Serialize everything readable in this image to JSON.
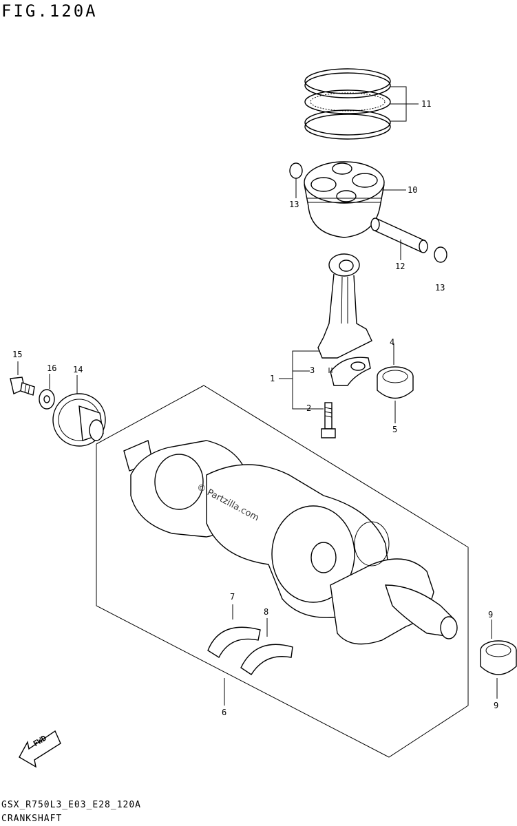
{
  "figure": {
    "title": "FIG.120A",
    "code": "GSX_R750L3_E03_E28_120A",
    "caption": "CRANKSHAFT",
    "watermark": "© Partzilla.com",
    "fwd_label": "FWD"
  },
  "callouts": [
    {
      "id": "c11",
      "label": "11"
    },
    {
      "id": "c10",
      "label": "10"
    },
    {
      "id": "c13a",
      "label": "13"
    },
    {
      "id": "c12",
      "label": "12"
    },
    {
      "id": "c13b",
      "label": "13"
    },
    {
      "id": "c15",
      "label": "15"
    },
    {
      "id": "c16",
      "label": "16"
    },
    {
      "id": "c14",
      "label": "14"
    },
    {
      "id": "c1",
      "label": "1"
    },
    {
      "id": "c3",
      "label": "3"
    },
    {
      "id": "c2",
      "label": "2"
    },
    {
      "id": "c4",
      "label": "4"
    },
    {
      "id": "c5",
      "label": "5"
    },
    {
      "id": "c7",
      "label": "7"
    },
    {
      "id": "c8",
      "label": "8"
    },
    {
      "id": "c6",
      "label": "6"
    },
    {
      "id": "c9a",
      "label": "9"
    },
    {
      "id": "c9b",
      "label": "9"
    }
  ]
}
